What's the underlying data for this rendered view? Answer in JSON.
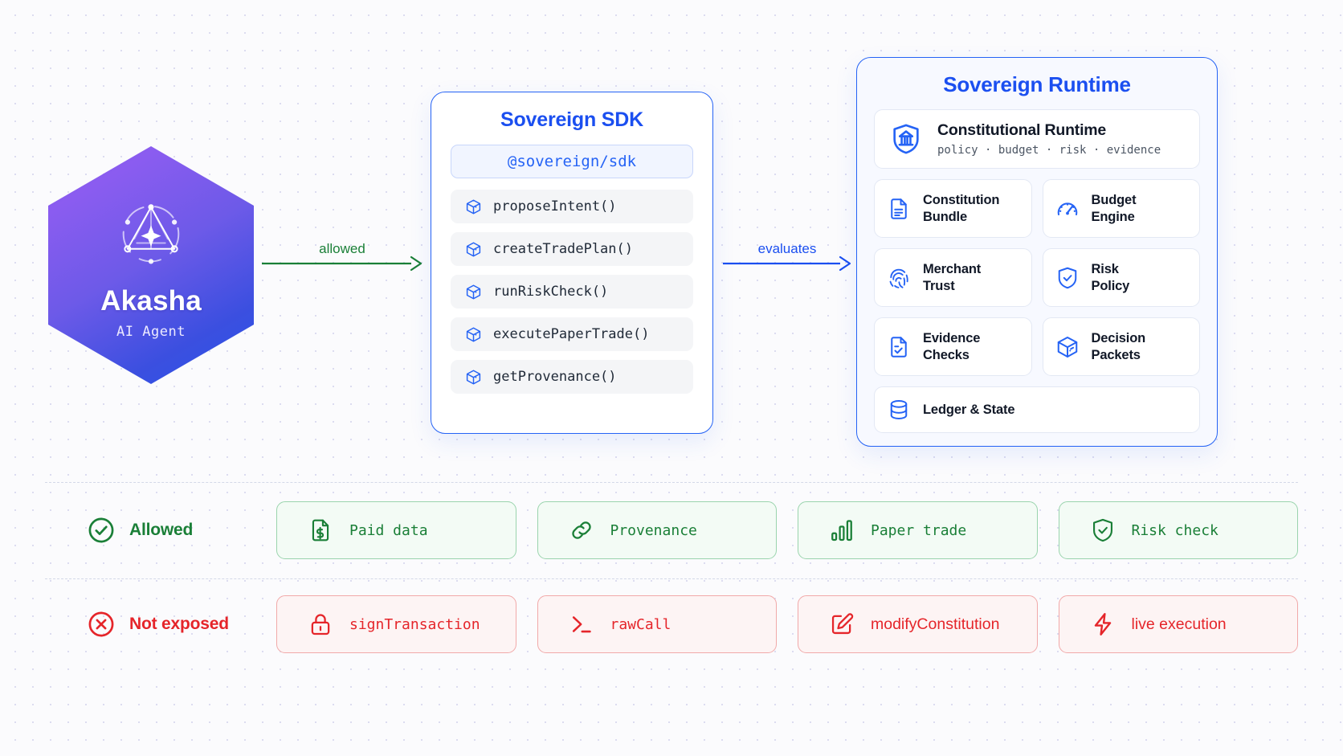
{
  "agent": {
    "name": "Akasha",
    "role": "AI Agent",
    "emblem_icon": "triangle-network-icon",
    "gradient_from": "#8b5cf0",
    "gradient_to": "#2a56e8"
  },
  "connectors": [
    {
      "label": "allowed",
      "color": "#1a7f37",
      "name": "connector-allowed"
    },
    {
      "label": "evaluates",
      "color": "#1b4ff0",
      "name": "connector-evaluates"
    }
  ],
  "sdk": {
    "title": "Sovereign SDK",
    "package": "@sovereign/sdk",
    "accent": "#2563f5",
    "methods": [
      {
        "label": "proposeIntent()",
        "icon": "cube-icon"
      },
      {
        "label": "createTradePlan()",
        "icon": "cube-icon"
      },
      {
        "label": "runRiskCheck()",
        "icon": "cube-icon"
      },
      {
        "label": "executePaperTrade()",
        "icon": "cube-icon"
      },
      {
        "label": "getProvenance()",
        "icon": "cube-icon"
      }
    ]
  },
  "runtime": {
    "title": "Sovereign Runtime",
    "accent": "#2563f5",
    "hero": {
      "title": "Constitutional Runtime",
      "subtitle": "policy · budget · risk · evidence",
      "icon": "shield-bank-icon"
    },
    "cards": [
      {
        "line1": "Constitution",
        "line2": "Bundle",
        "icon": "document-lines-icon"
      },
      {
        "line1": "Budget",
        "line2": "Engine",
        "icon": "gauge-icon"
      },
      {
        "line1": "Merchant",
        "line2": "Trust",
        "icon": "fingerprint-icon"
      },
      {
        "line1": "Risk",
        "line2": "Policy",
        "icon": "shield-check-icon"
      },
      {
        "line1": "Evidence",
        "line2": "Checks",
        "icon": "document-check-icon"
      },
      {
        "line1": "Decision",
        "line2": "Packets",
        "icon": "box-3d-icon"
      }
    ],
    "wide_card": {
      "label": "Ledger & State",
      "icon": "database-icon"
    }
  },
  "legend": {
    "allowed": {
      "label": "Allowed",
      "icon": "check-circle-icon",
      "color": "#1a7f37",
      "items": [
        {
          "label": "Paid data",
          "icon": "document-dollar-icon"
        },
        {
          "label": "Provenance",
          "icon": "link-icon"
        },
        {
          "label": "Paper trade",
          "icon": "bar-chart-icon"
        },
        {
          "label": "Risk check",
          "icon": "shield-check-icon"
        }
      ]
    },
    "blocked": {
      "label": "Not exposed",
      "icon": "x-circle-icon",
      "color": "#e5252a",
      "items": [
        {
          "label": "signTransaction",
          "icon": "lock-icon",
          "mono": true
        },
        {
          "label": "rawCall",
          "icon": "terminal-icon",
          "mono": true
        },
        {
          "label": "modifyConstitution",
          "icon": "edit-square-icon",
          "mono": false
        },
        {
          "label": "live execution",
          "icon": "lightning-icon",
          "mono": false
        }
      ]
    }
  }
}
